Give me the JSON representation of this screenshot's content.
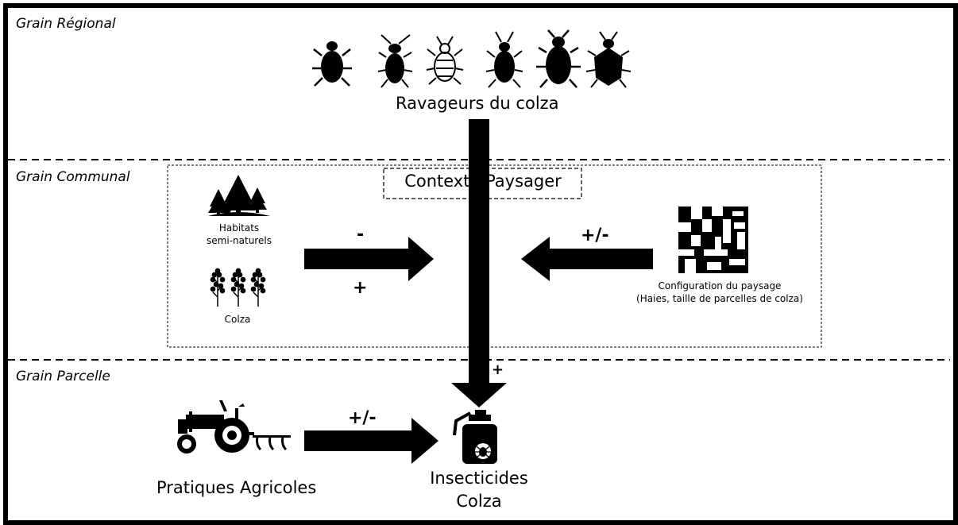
{
  "regions": {
    "regional": "Grain Régional",
    "communal": "Grain Communal",
    "parcelle": "Grain Parcelle"
  },
  "nodes": {
    "ravageurs": "Ravageurs du colza",
    "contexte": "Contexte Paysager",
    "habitats_line1": "Habitats",
    "habitats_line2": "semi-naturels",
    "colza": "Colza",
    "configuration_line1": "Configuration du paysage",
    "configuration_line2": "(Haies, taille de parcelles de colza)",
    "pratiques": "Pratiques Agricoles",
    "insecticides_line1": "Insecticides",
    "insecticides_line2": "Colza"
  },
  "effects": {
    "habitats_effect": "-",
    "colza_effect": "+",
    "configuration_effect": "+/-",
    "ravageurs_effect": "+",
    "pratiques_effect": "+/-"
  },
  "icons": [
    "beetle-icon",
    "bug-icon",
    "aphid-icon",
    "weevil-icon",
    "pollen-beetle-icon",
    "stink-bug-icon",
    "trees-icon",
    "rapeseed-plant-icon",
    "landscape-grid-icon",
    "tractor-icon",
    "sprayer-icon"
  ]
}
